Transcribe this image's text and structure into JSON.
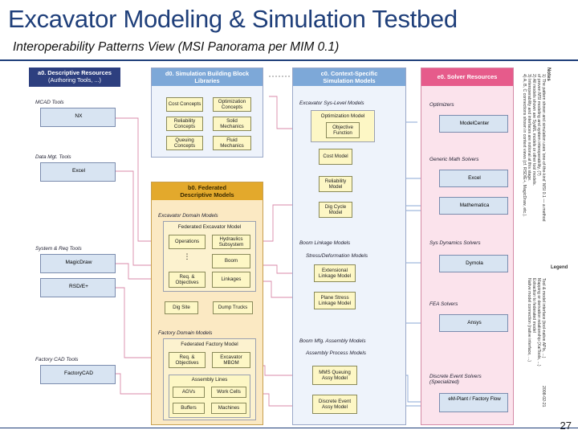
{
  "title": "Excavator Modeling & Simulation Testbed",
  "subtitle": "Interoperability Patterns View (MSI Panorama per MIM 0.1)",
  "page_number": "27",
  "colors": {
    "title": "#1f3f7a",
    "col_a": "#2d3f7f",
    "col_b": "#e3a92c",
    "col_c": "#7da8d8",
    "col_e": "#e65b8b",
    "model_box": "#fdf7c5"
  },
  "columns": {
    "a": {
      "header": "a0. Descriptive Resources",
      "header2": "(Authoring Tools, ...)",
      "groups": [
        {
          "label": "MCAD Tools",
          "tools": [
            "NX"
          ]
        },
        {
          "label": "Data Mgt. Tools",
          "tools": [
            "Excel"
          ]
        },
        {
          "label": "System & Req Tools",
          "tools": [
            "MagicDraw",
            "RSD/E+"
          ]
        },
        {
          "label": "Factory CAD Tools",
          "tools": [
            "FactoryCAD"
          ]
        }
      ]
    },
    "d": {
      "header": "d0. Simulation Building Block",
      "header2": "Libraries",
      "items": [
        "Cost Concepts",
        "Optimization Concepts",
        "Reliability Concepts",
        "Solid Mechanics",
        "Queuing Concepts",
        "Fluid Mechanics"
      ]
    },
    "b": {
      "header": "b0. Federated",
      "header2": "Descriptive Models",
      "excavator": {
        "section": "Excavator Domain Models",
        "inner": "Federated Excavator Model",
        "items": [
          "Operations",
          "Hydraulics Subsystem",
          "⋮",
          "Boom",
          "Req. & Objectives",
          "Linkages"
        ],
        "extra": [
          "Dig Site",
          "Dump Trucks"
        ]
      },
      "factory": {
        "section": "Factory Domain Models",
        "inner": "Federated Factory Model",
        "items": [
          "Req. & Objectives",
          "Excavator MBOM"
        ],
        "lines_head": "Assembly Lines",
        "lines": [
          "AGVs",
          "Work Cells",
          "Buffers",
          "Machines"
        ]
      }
    },
    "c": {
      "header": "c0. Context-Specific",
      "header2": "Simulation Models",
      "sys_section": "Excavator Sys-Level Models",
      "opt_model": "Optimization Model",
      "objective": "Objective Function",
      "sys_models": [
        "Cost Model",
        "Reliability Model",
        "Dig Cycle Model"
      ],
      "boom_section": "Boom Linkage Models",
      "stress_section": "Stress/Deformation Models",
      "boom_models": [
        "Extensional Linkage Model",
        "Plane Stress Linkage Model"
      ],
      "mfg_section": "Boom Mfg. Assembly Models",
      "process_section": "Assembly Process Models",
      "mfg_models": [
        "MMS Queuing Assy Model",
        "Discrete Event Assy Model"
      ]
    },
    "e": {
      "header": "e0. Solver Resources",
      "groups": [
        {
          "label": "Optimizers",
          "tools": [
            "ModelCenter"
          ]
        },
        {
          "label": "Generic Math Solvers",
          "tools": [
            "Excel",
            "Mathematica"
          ]
        },
        {
          "label": "Sys Dynamics Solvers",
          "tools": [
            "Dymola"
          ]
        },
        {
          "label": "FEA Solvers",
          "tools": [
            "Ansys"
          ]
        },
        {
          "label": "Discrete Event Solvers (Specialized)",
          "tools": [
            "eM-Plant / Factory Flow"
          ]
        }
      ]
    }
  },
  "notes": {
    "title": "Notes",
    "lines": [
      "1) The pattern shown and simulation uses 'one-of-the-kind' MSI 0.1 — a method",
      "   of proven MSI modeling and system interoperability, (?)",
      "2) All models shown are SysML models or other tool models.",
      "3) Interoperability and interfaces are notional at this stage.",
      "4) A, B, C connections shown in context views (cf. RSD/E+, MagicDraw, etc.)."
    ],
    "legend_title": "Legend",
    "legend_lines": [
      "Tool & model interface (tool-native APIs, ...)",
      "Mapping or derivation relationship (XaiTools, ...)",
      "Extraction to federated model",
      "Native model connection (native interface, ...)"
    ],
    "date": "2008-02-21"
  }
}
